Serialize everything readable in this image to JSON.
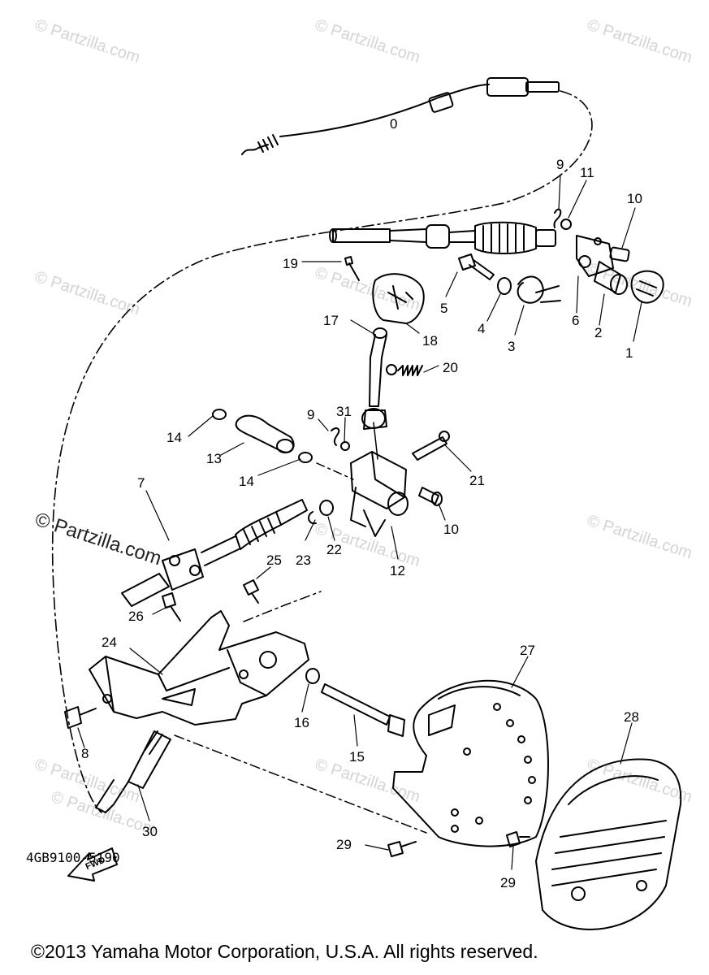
{
  "watermarks": [
    "© Partzilla.com",
    "© Partzilla.com",
    "© Partzilla.com",
    "© Partzilla.com",
    "© Partzilla.com",
    "© Partzilla.com",
    "© Partzilla.com",
    "© Partzilla.com",
    "© Partzilla.com",
    "© Partzilla.com",
    "© Partzilla.com",
    "© Partzilla.com",
    "© Partzilla.com"
  ],
  "callouts": [
    "0",
    "9",
    "11",
    "10",
    "19",
    "5",
    "4",
    "3",
    "6",
    "2",
    "1",
    "17",
    "18",
    "20",
    "9",
    "31",
    "14",
    "13",
    "14",
    "21",
    "7",
    "23",
    "22",
    "10",
    "12",
    "25",
    "26",
    "24",
    "27",
    "28",
    "16",
    "15",
    "8",
    "30",
    "29",
    "29"
  ],
  "fwd_label": "FWD",
  "diagram_code": "4GB9100-5190",
  "copyright": "©2013 Yamaha Motor Corporation, U.S.A. All rights reserved."
}
